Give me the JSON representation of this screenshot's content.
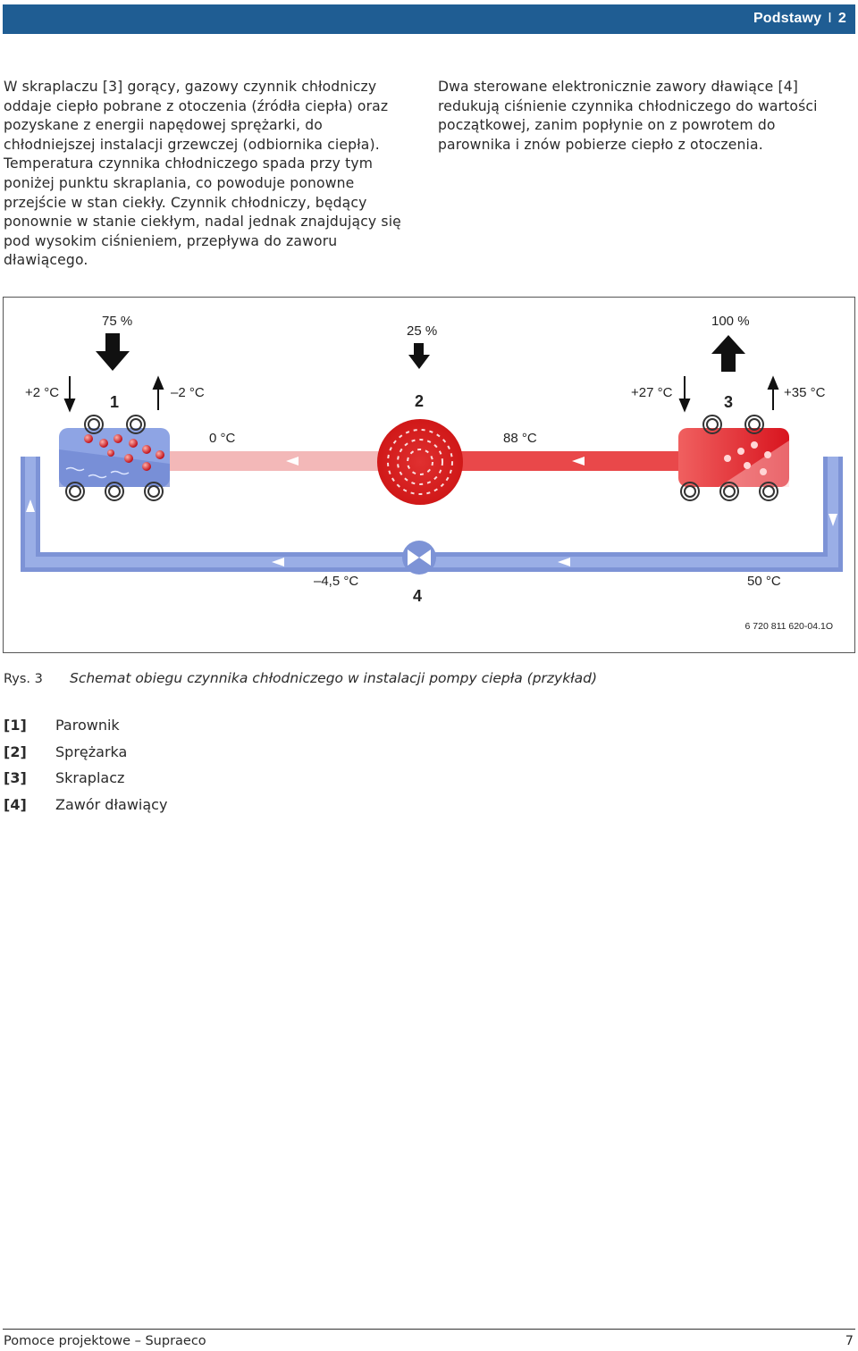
{
  "header": {
    "section": "Podstawy",
    "separator": "I",
    "chapter": "2"
  },
  "text": {
    "left_paragraph": "W skraplaczu [3] gorący, gazowy czynnik chłodniczy oddaje ciepło pobrane z otoczenia (źródła ciepła) oraz pozyskane z energii napędowej sprężarki, do chłodniejszej instalacji grzewczej (odbiornika ciepła). Temperatura czynnika chłodniczego spada przy tym poniżej punktu skraplania, co powoduje ponowne przejście w stan ciekły. Czynnik chłodniczy, będący ponownie w stanie ciekłym, nadal jednak znajdujący się pod wysokim ciśnieniem, przepływa do zaworu dławiącego.",
    "right_paragraph": "Dwa sterowane elektronicznie zawory dławiące [4] redukują ciśnienie czynnika chłodniczego do wartości początkowej, zanim popłynie on z powrotem do parownika i znów pobierze ciepło z otoczenia."
  },
  "figure": {
    "percent_evaporator": "75 %",
    "percent_compressor": "25 %",
    "percent_condenser": "100 %",
    "temp_source_in": "+2 °C",
    "temp_source_out": "–2 °C",
    "temp_heating_in": "+27 °C",
    "temp_heating_out": "+35 °C",
    "temp_after_evaporator": "0 °C",
    "temp_after_compressor": "88 °C",
    "temp_after_valve": "–4,5 °C",
    "temp_after_condenser": "50 °C",
    "num_1": "1",
    "num_2": "2",
    "num_3": "3",
    "num_4": "4",
    "figure_id": "6 720 811 620-04.1O",
    "colors": {
      "cold_pipe": "#7d93d6",
      "cold_fill": "#a9b9e8",
      "hot_pipe": "#e23b3b",
      "hot_dark": "#c8101a",
      "arrow": "#111111"
    }
  },
  "caption": {
    "number": "Rys. 3",
    "text": "Schemat obiegu czynnika chłodniczego w instalacji pompy ciepła (przykład)"
  },
  "legend": [
    {
      "key": "[1]",
      "label": "Parownik"
    },
    {
      "key": "[2]",
      "label": "Sprężarka"
    },
    {
      "key": "[3]",
      "label": "Skraplacz"
    },
    {
      "key": "[4]",
      "label": "Zawór dławiący"
    }
  ],
  "footer": {
    "left": "Pomoce projektowe – Supraeco",
    "page": "7"
  }
}
